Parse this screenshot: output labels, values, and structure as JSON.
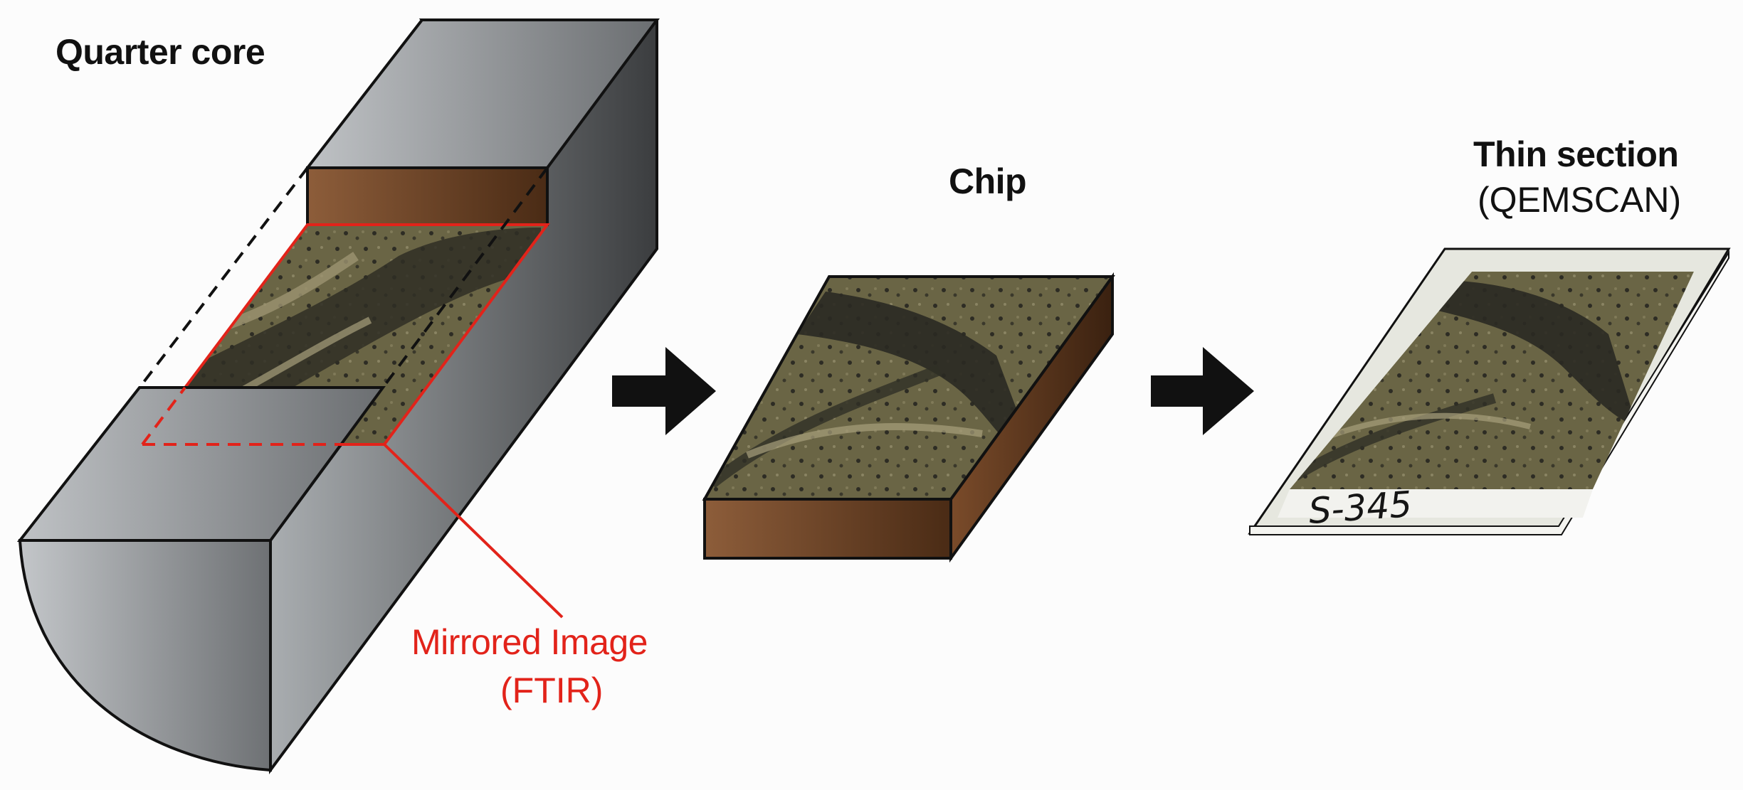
{
  "labels": {
    "quarter_core": "Quarter core",
    "chip": "Chip",
    "thin_section_title": "Thin section",
    "thin_section_method": "(QEMSCAN)",
    "mirrored_image_title": "Mirrored Image",
    "mirrored_image_method": "(FTIR)",
    "slide_label": "S-345"
  },
  "colors": {
    "red_accent": "#e2231a",
    "core_grey_light": "#b9bcbf",
    "core_grey_dark": "#3a3c3e",
    "brown_light": "#8a5a37",
    "brown_dark": "#4a2c16",
    "rock_dark": "#2b2a22",
    "rock_mid": "#6b6648",
    "arrow": "#111111"
  },
  "icons": [
    "arrow-right-icon",
    "arrow-right-icon"
  ]
}
